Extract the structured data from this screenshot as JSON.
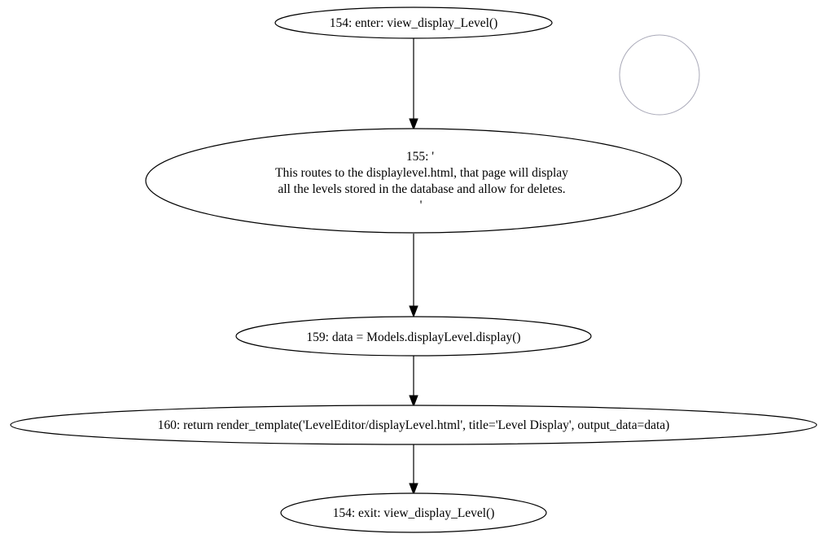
{
  "graph": {
    "nodes": {
      "entry": {
        "lines": [
          "154: enter: view_display_Level()"
        ]
      },
      "docstring": {
        "lines": [
          "155: '",
          "This routes to the displaylevel.html, that page will display",
          "all the levels stored in the database and allow for deletes.",
          "'"
        ]
      },
      "assign": {
        "lines": [
          "159: data = Models.displayLevel.display()"
        ]
      },
      "return": {
        "lines": [
          "160: return render_template('LevelEditor/displayLevel.html', title='Level Display', output_data=data)"
        ]
      },
      "exit": {
        "lines": [
          "154: exit: view_display_Level()"
        ]
      }
    },
    "isolated_node": {
      "label": ""
    },
    "edges": [
      {
        "from": "entry",
        "to": "docstring"
      },
      {
        "from": "docstring",
        "to": "assign"
      },
      {
        "from": "assign",
        "to": "return"
      },
      {
        "from": "return",
        "to": "exit"
      }
    ]
  }
}
